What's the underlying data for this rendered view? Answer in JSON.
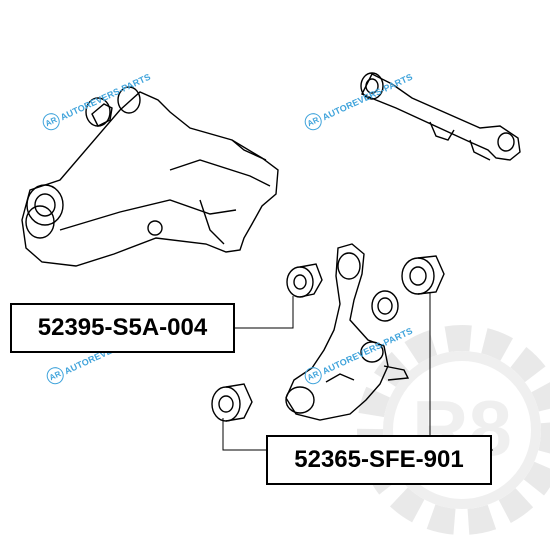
{
  "labels": {
    "part_a": "52395-S5A-004",
    "part_b": "52365-SFE-901"
  },
  "watermark": {
    "text": "AUTOREVERS-PARTS",
    "logo_text": "AR"
  },
  "background_logo": {
    "text": "R8",
    "color": "#e3e3e3"
  },
  "colors": {
    "watermark": "#3fa3db",
    "line_art": "#000000"
  }
}
